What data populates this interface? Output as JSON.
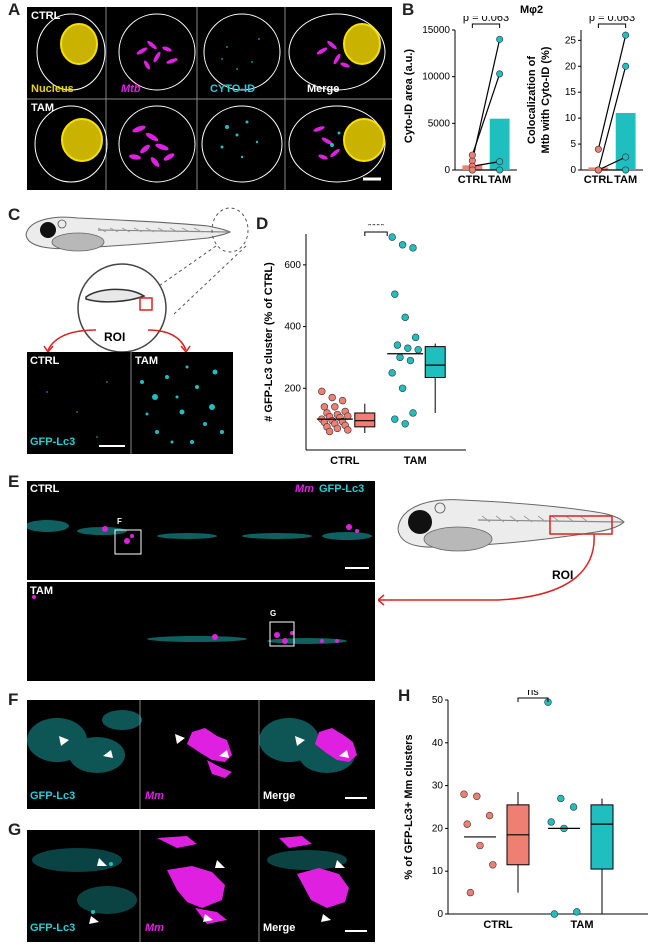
{
  "panel_letters": {
    "a": "A",
    "b": "B",
    "c": "C",
    "d": "D",
    "e": "E",
    "f": "F",
    "g": "G",
    "h": "H"
  },
  "panelA": {
    "row1": "CTRL",
    "row2": "TAM",
    "captions": [
      "Nucleus",
      "Mtb",
      "CYTO-ID",
      "Merge"
    ]
  },
  "panelB": {
    "title": "Mφ2",
    "left_ylabel": "Cyto-ID area (a.u.)",
    "right_ylabel_1": "Colocalization of",
    "right_ylabel_2": "Mtb with Cyto-ID (%)",
    "pval": "p = 0.063"
  },
  "panelC": {
    "roi": "ROI",
    "ctrl": "CTRL",
    "tam": "TAM",
    "stain": "GFP-Lc3"
  },
  "panelD": {
    "sig": "****"
  },
  "panelE": {
    "ctrl": "CTRL",
    "tam": "TAM",
    "mm": "Mm",
    "gfp": "GFP-Lc3",
    "boxF": "F",
    "boxG": "G",
    "roi": "ROI"
  },
  "panelF": {
    "captions": [
      "GFP-Lc3",
      "Mm",
      "Merge"
    ]
  },
  "panelG": {
    "captions": [
      "GFP-Lc3",
      "Mm",
      "Merge"
    ]
  },
  "panelH": {
    "sig": "ns"
  },
  "colors": {
    "ctrl": "#f07f73",
    "tam": "#1fbfbf"
  },
  "chart_data": [
    {
      "id": "B-left",
      "type": "bar",
      "categories": [
        "CTRL",
        "TAM"
      ],
      "values": [
        500,
        5500
      ],
      "paired_points": [
        [
          1000,
          14000
        ],
        [
          1600,
          10300
        ],
        [
          400,
          900
        ],
        [
          0,
          0
        ]
      ],
      "ylim": [
        0,
        15000
      ],
      "yticks": [
        0,
        5000,
        10000,
        15000
      ],
      "ylabel": "Cyto-ID area (a.u.)",
      "annotation": "p = 0.063"
    },
    {
      "id": "B-right",
      "type": "bar",
      "categories": [
        "CTRL",
        "TAM"
      ],
      "values": [
        0.5,
        11
      ],
      "paired_points": [
        [
          4,
          26
        ],
        [
          0,
          20
        ],
        [
          0,
          2.5
        ],
        [
          0,
          0
        ]
      ],
      "ylim": [
        0,
        27
      ],
      "yticks": [
        0,
        5,
        10,
        15,
        20,
        25
      ],
      "ylabel": "Colocalization of Mtb with Cyto-ID (%)",
      "annotation": "p = 0.063"
    },
    {
      "id": "D",
      "type": "scatter",
      "categories": [
        "CTRL",
        "TAM"
      ],
      "ylabel": "# GFP-Lc3 cluster (% of CTRL)",
      "ylim": [
        0,
        700
      ],
      "yticks": [
        200,
        400,
        600
      ],
      "means": [
        100,
        312
      ],
      "series": [
        {
          "name": "CTRL",
          "values": [
            190,
            170,
            160,
            140,
            140,
            125,
            120,
            115,
            110,
            108,
            105,
            100,
            95,
            92,
            90,
            85,
            80,
            75,
            70,
            65,
            60
          ]
        },
        {
          "name": "TAM",
          "values": [
            690,
            665,
            655,
            505,
            430,
            365,
            340,
            330,
            325,
            300,
            290,
            250,
            200,
            120,
            100,
            85
          ]
        }
      ],
      "box": [
        {
          "min": 55,
          "q1": 75,
          "median": 95,
          "q3": 120,
          "max": 150
        },
        {
          "min": 120,
          "q1": 235,
          "median": 275,
          "q3": 335,
          "max": 345
        }
      ],
      "annotation": "****"
    },
    {
      "id": "H",
      "type": "scatter",
      "categories": [
        "CTRL",
        "TAM"
      ],
      "ylabel": "% of GFP-Lc3+ Mm clusters",
      "ylim": [
        0,
        50
      ],
      "yticks": [
        0,
        10,
        20,
        30,
        40,
        50
      ],
      "means": [
        18,
        20
      ],
      "series": [
        {
          "name": "CTRL",
          "values": [
            28,
            27.5,
            23,
            21,
            16,
            11.5,
            5
          ]
        },
        {
          "name": "TAM",
          "values": [
            49.5,
            27,
            25,
            21.5,
            20,
            0.5,
            0
          ]
        },
        {
          "name": "",
          "values": []
        }
      ],
      "box": [
        {
          "min": 5,
          "q1": 11.5,
          "median": 18.5,
          "q3": 25.5,
          "max": 28.5
        },
        {
          "min": 0,
          "q1": 10.5,
          "median": 21,
          "q3": 25.5,
          "max": 27
        }
      ],
      "annotation": "ns"
    }
  ]
}
